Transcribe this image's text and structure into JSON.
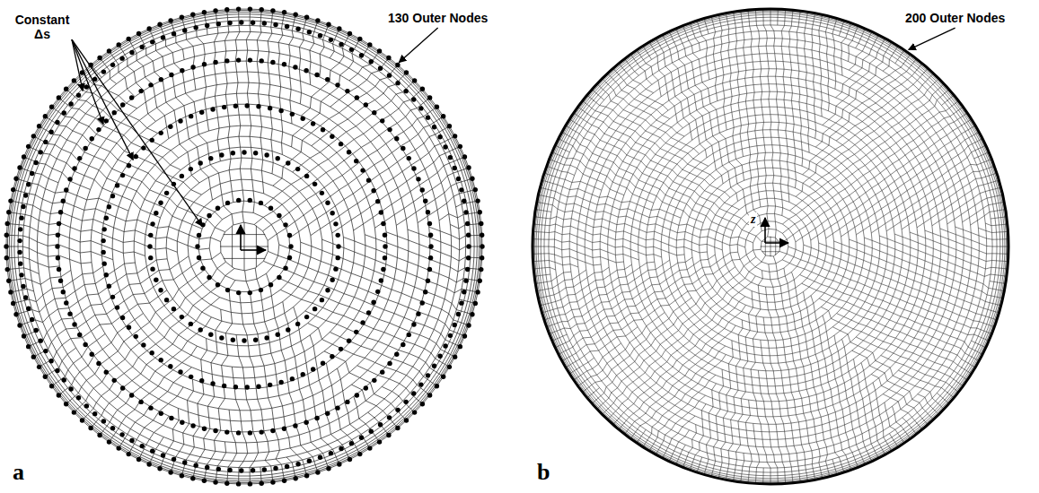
{
  "diagram": {
    "labels": [
      "Constant Δs",
      "130 Outer Nodes",
      "a",
      "200 Outer Nodes",
      "b",
      "z"
    ]
  }
}
